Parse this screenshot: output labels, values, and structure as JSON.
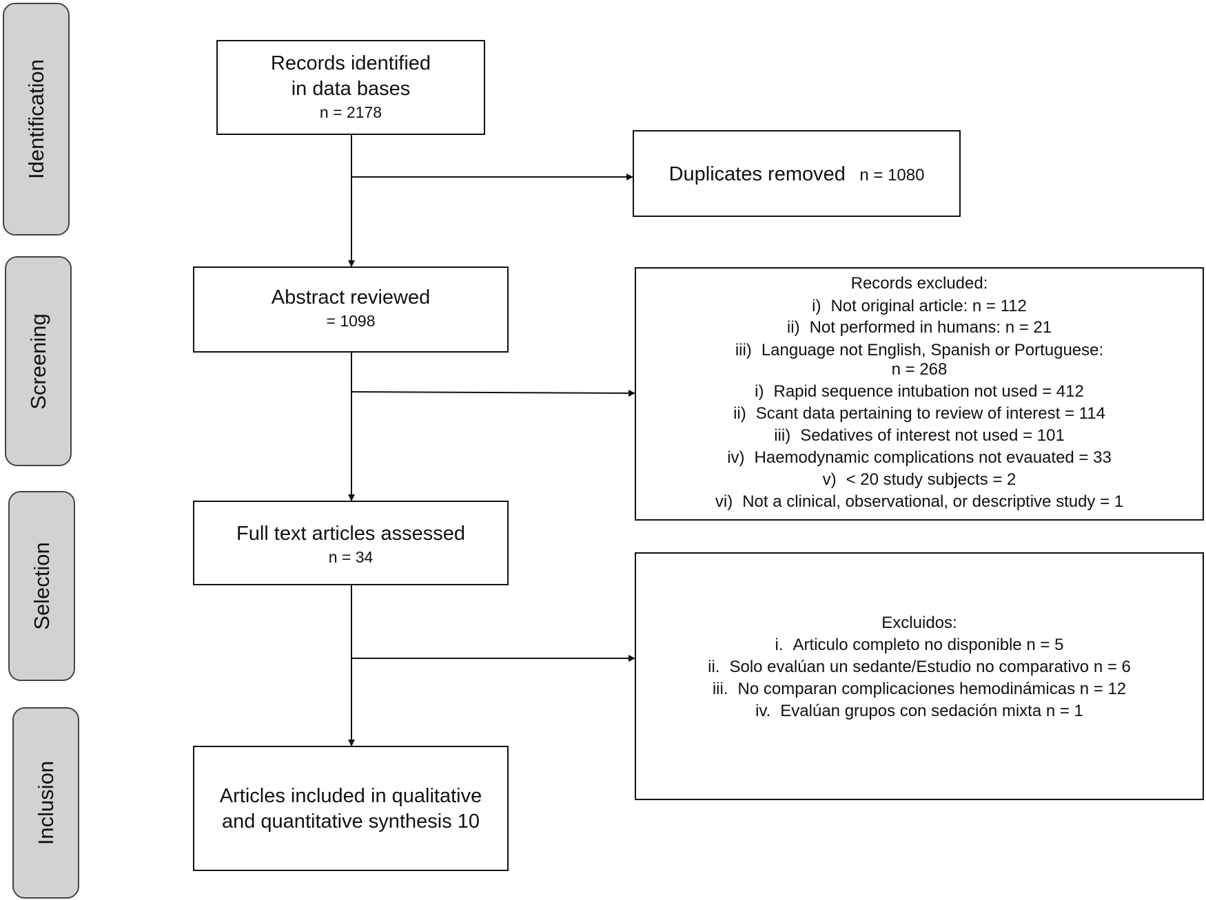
{
  "phases": [
    "Identification",
    "Screening",
    "Selection",
    "Inclusion"
  ],
  "identified": {
    "title_line1": "Records identified",
    "title_line2": "in data bases",
    "count": "n = 2178"
  },
  "duplicates": {
    "label": "Duplicates removed",
    "count": "n = 1080"
  },
  "abstract": {
    "title": "Abstract reviewed",
    "count": "= 1098"
  },
  "excluded_records": {
    "heading": "Records excluded:",
    "items": [
      {
        "num": "i)",
        "text": "Not original article:  n = 112"
      },
      {
        "num": "ii)",
        "text": "Not performed in humans: n = 21"
      },
      {
        "num": "iii)",
        "text": "Language not English, Spanish or Portuguese:"
      },
      {
        "num": "",
        "text": "n = 268"
      },
      {
        "num": "i)",
        "text": "Rapid sequence intubation not used   = 412"
      },
      {
        "num": "ii)",
        "text": "Scant data pertaining to review of interest = 114"
      },
      {
        "num": "iii)",
        "text": "Sedatives of interest not used = 101"
      },
      {
        "num": "iv)",
        "text": "Haemodynamic complications not evauated   = 33"
      },
      {
        "num": "v)",
        "text": "< 20 study subjects = 2"
      },
      {
        "num": "vi)",
        "text": "Not a clinical, observational, or descriptive study =  1"
      }
    ]
  },
  "fulltext": {
    "title": "Full text articles assessed",
    "count": "n = 34"
  },
  "excluidos": {
    "heading": "Excluidos:",
    "items": [
      {
        "num": "i.",
        "text": "Articulo completo no disponible n = 5"
      },
      {
        "num": "ii.",
        "text": "Solo evalúan un sedante/Estudio no comparativo n = 6"
      },
      {
        "num": "iii.",
        "text": "No comparan complicaciones hemodinámicas n = 12"
      },
      {
        "num": "iv.",
        "text": "Evalúan grupos con sedación mixta n = 1"
      }
    ]
  },
  "included": {
    "line1": "Articles included in qualitative",
    "line2": "and quantitative synthesis 10"
  }
}
